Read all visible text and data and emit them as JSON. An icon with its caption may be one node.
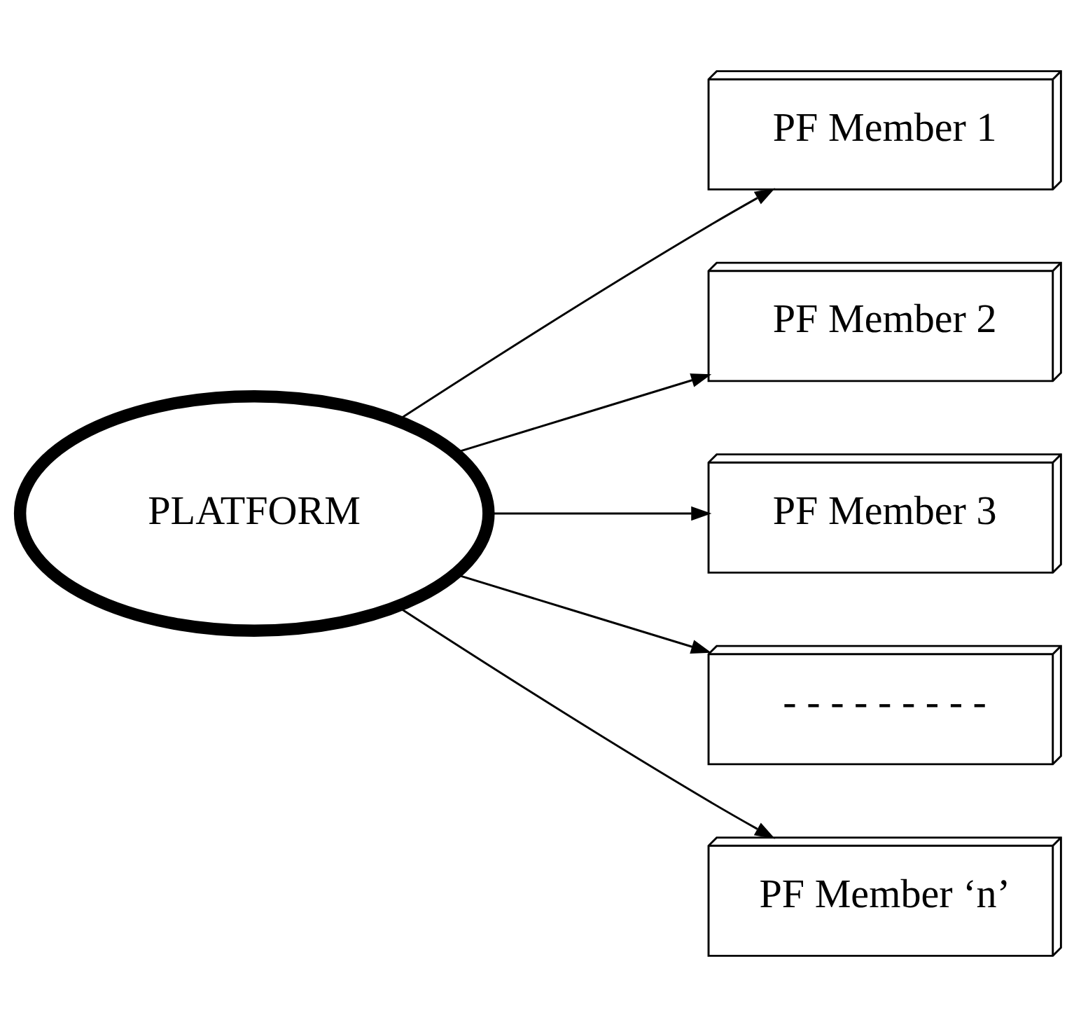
{
  "diagram": {
    "nodes": [
      {
        "text": [
          "PLATFORM"
        ]
      },
      {
        "text": [
          "PF Member 1"
        ]
      },
      {
        "text": [
          "PF Member 2"
        ]
      },
      {
        "text": [
          "PF Member 3"
        ]
      },
      {
        "text": [
          "- - - - - - - - -"
        ]
      },
      {
        "text": [
          "PF Member ‘n’"
        ]
      }
    ],
    "edges": [
      {
        "from": 0,
        "to": 1,
        "arrow": "to"
      },
      {
        "from": 0,
        "to": 2,
        "arrow": "to"
      },
      {
        "from": 0,
        "to": 3,
        "arrow": "to"
      },
      {
        "from": 0,
        "to": 4,
        "arrow": "to"
      },
      {
        "from": 0,
        "to": 5,
        "arrow": "to"
      }
    ]
  }
}
